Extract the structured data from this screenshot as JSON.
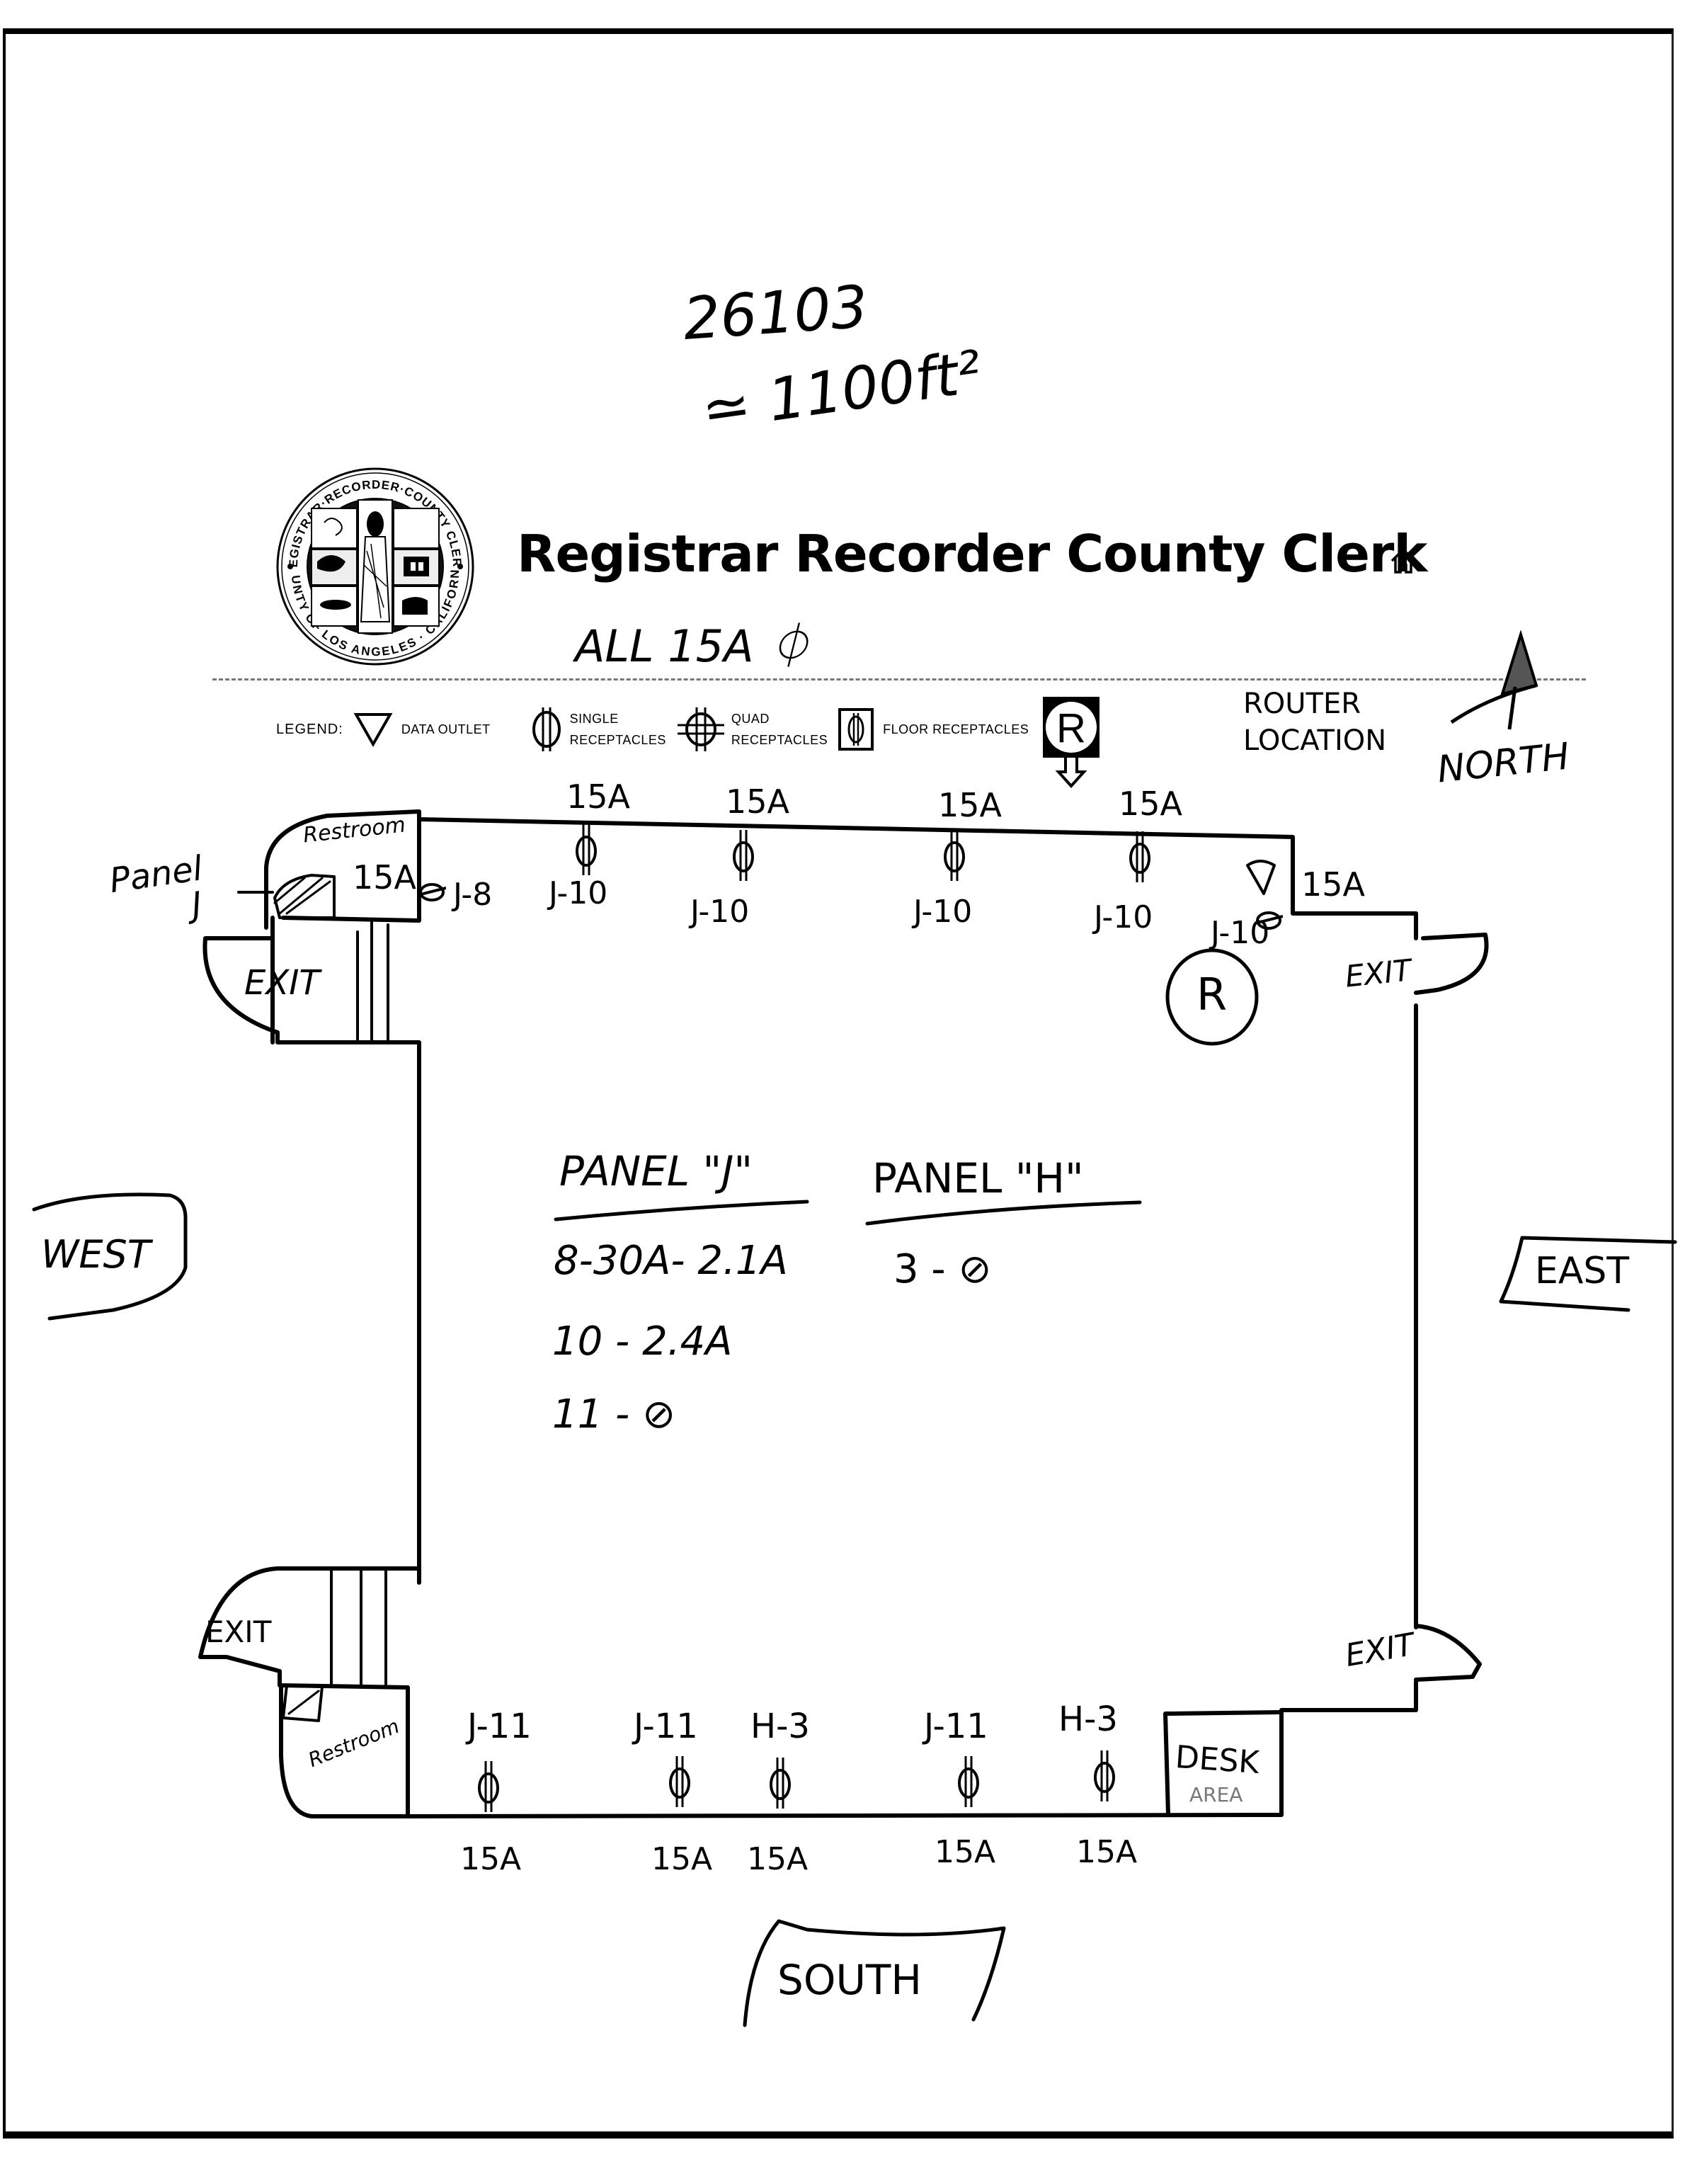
{
  "document": {
    "handwritten_header": {
      "number": "26103",
      "area": "≃ 1100ft²"
    },
    "seal": {
      "top_text": "REGISTRAR·RECORDER·COUNTY CLERK",
      "bottom_text": "COUNTY OF LOS ANGELES · CALIFORNIA"
    },
    "title": "Registrar Recorder County Clerk",
    "title_icon": "home-icon",
    "note_all": "ALL 15A ⏀",
    "legend": {
      "label": "LEGEND:",
      "items": [
        {
          "icon": "data-outlet-icon",
          "label": "DATA OUTLET"
        },
        {
          "icon": "single-receptacle-icon",
          "label_line1": "SINGLE",
          "label_line2": "RECEPTACLES"
        },
        {
          "icon": "quad-receptacle-icon",
          "label_line1": "QUAD",
          "label_line2": "RECEPTACLES"
        },
        {
          "icon": "floor-receptacle-icon",
          "label": "FLOOR RECEPTACLES"
        }
      ],
      "router": {
        "icon": "router-icon",
        "glyph": "R",
        "label_line1": "ROUTER",
        "label_line2": "LOCATION"
      }
    },
    "compass": {
      "label": "NORTH",
      "icon": "north-arrow-icon"
    }
  },
  "floor_plan": {
    "directions": {
      "west": "WEST",
      "east": "EAST",
      "south": "SOUTH"
    },
    "rooms": {
      "restroom_nw": "Restroom",
      "restroom_sw": "Restroom",
      "desk": "DESK",
      "desk_sub": "AREA"
    },
    "exits": [
      "EXIT",
      "EXIT",
      "EXIT",
      "EXIT"
    ],
    "panel_marker": {
      "label_line1": "Panel",
      "label_line2": "J"
    },
    "router_marker": "R",
    "north_wall_receptacles": [
      {
        "amp": "15A",
        "circuit": "J-8"
      },
      {
        "amp": "15A",
        "circuit": "J-10"
      },
      {
        "amp": "15A",
        "circuit": "J-10"
      },
      {
        "amp": "15A",
        "circuit": "J-10"
      },
      {
        "amp": "15A",
        "circuit": "J-10"
      },
      {
        "amp": "15A",
        "circuit": "J-10"
      }
    ],
    "south_wall_receptacles": [
      {
        "amp": "15A",
        "circuit": "J-11"
      },
      {
        "amp": "15A",
        "circuit": "J-11"
      },
      {
        "amp": "15A",
        "circuit": "H-3"
      },
      {
        "amp": "15A",
        "circuit": "J-11"
      },
      {
        "amp": "15A",
        "circuit": "H-3"
      }
    ],
    "panel_notes": {
      "panel_j": {
        "title": "PANEL \"J\"",
        "lines": [
          "8-30A- 2.1A",
          "10 - 2.4A",
          "11 - ⊘"
        ]
      },
      "panel_h": {
        "title": "PANEL \"H\"",
        "lines": [
          "3 - ⊘"
        ]
      }
    }
  }
}
